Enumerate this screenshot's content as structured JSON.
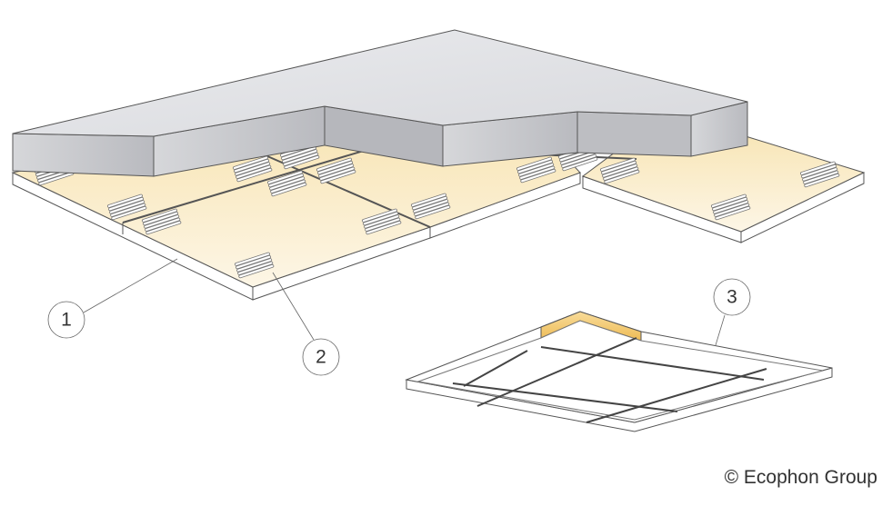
{
  "callouts": {
    "c1": "1",
    "c2": "2",
    "c3": "3"
  },
  "copyright": "© Ecophon Group",
  "colors": {
    "slab_top": "#e4e5e8",
    "slab_side": "#c6c7cb",
    "panel_face": "#fbefd2",
    "panel_edge_highlight": "#f3c970",
    "line": "#555555"
  }
}
